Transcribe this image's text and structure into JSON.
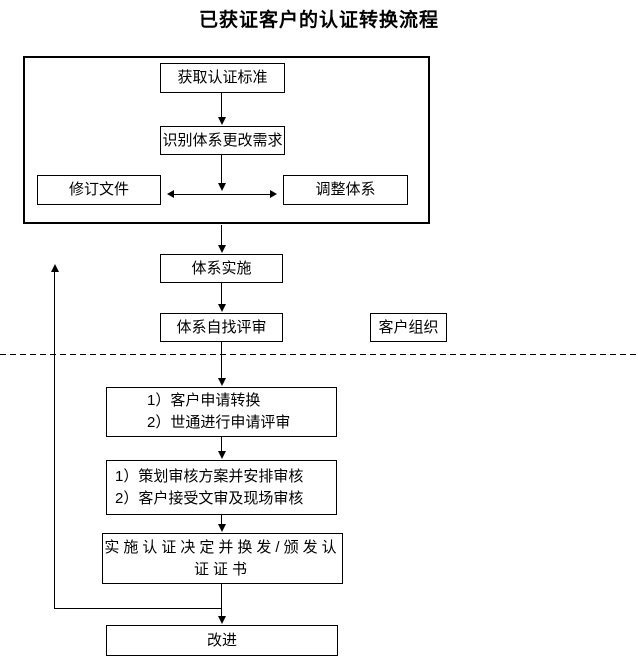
{
  "title": "已获证客户的认证转换流程",
  "flow": {
    "obtain_label": "获取认证标准",
    "identify_label": "识别体系更改需求",
    "revise_label": "修订文件",
    "adjust_label": "调整体系",
    "implement_label": "体系实施",
    "self_review_label": "体系自找评审",
    "customer_org_label": "客户组织",
    "apply_lines": [
      "1）客户申请转换",
      "2）世通进行申请评审"
    ],
    "plan_lines": [
      "1）策划审核方案并安排审核",
      "2）客户接受文审及现场审核"
    ],
    "decision_lines": [
      "实施认证决定并换发/颁发认",
      "证证书"
    ],
    "improve_label": "改进"
  },
  "colors": {
    "line": "#000000",
    "text": "#000000",
    "background": "#ffffff"
  }
}
